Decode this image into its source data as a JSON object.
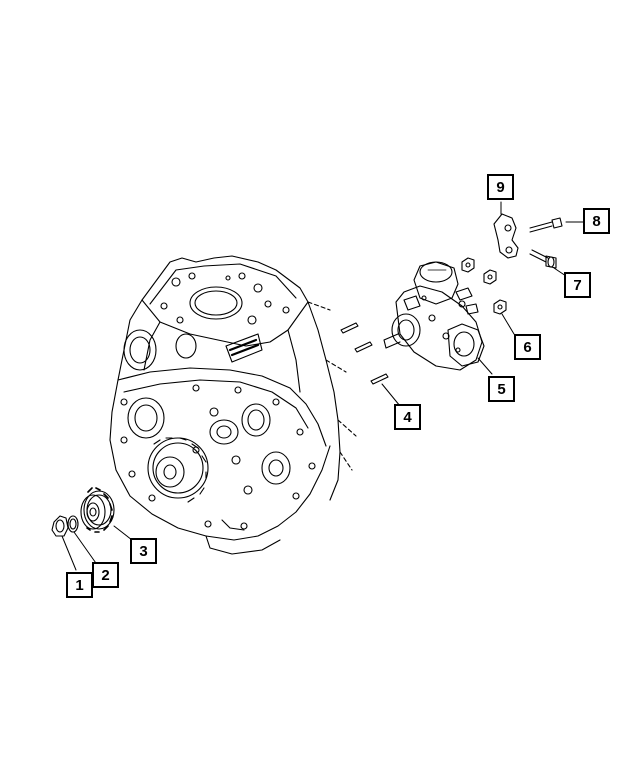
{
  "callouts": [
    {
      "id": "1",
      "label": "1",
      "part": "nut"
    },
    {
      "id": "2",
      "label": "2",
      "part": "washer"
    },
    {
      "id": "3",
      "label": "3",
      "part": "gear"
    },
    {
      "id": "4",
      "label": "4",
      "part": "dowel-pins"
    },
    {
      "id": "5",
      "label": "5",
      "part": "fuel-injection-pump"
    },
    {
      "id": "6",
      "label": "6",
      "part": "nut"
    },
    {
      "id": "7",
      "label": "7",
      "part": "bolt"
    },
    {
      "id": "8",
      "label": "8",
      "part": "bolt"
    },
    {
      "id": "9",
      "label": "9",
      "part": "bracket"
    }
  ],
  "colors": {
    "line": "#000000",
    "background": "#ffffff"
  }
}
